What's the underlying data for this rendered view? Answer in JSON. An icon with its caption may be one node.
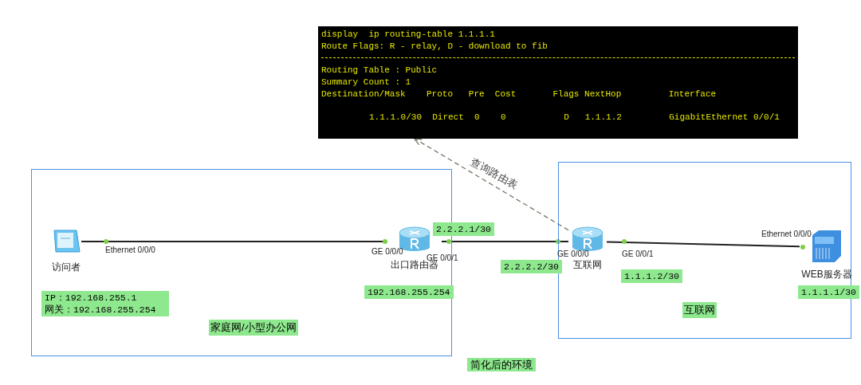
{
  "diagram": {
    "nodes": [
      {
        "text": [
          "display  ip routing-table 1.1.1.1",
          "Route Flags: R - relay, D - download to fib",
          "Routing Table : Public",
          "Summary Count : 1",
          "Destination/Mask    Proto   Pre  Cost       Flags NextHop         Interface",
          "1.1.1.0/30  Direct  0    0           D   1.1.1.2         GigabitEthernet 0/0/1"
        ]
      },
      {
        "text": [
          "家庭网/小型办公网"
        ]
      },
      {
        "text": [
          "互联网"
        ]
      },
      {
        "text": [
          "访问者"
        ],
        "in": 1
      },
      {
        "text": [
          "出口路由器"
        ],
        "in": 1
      },
      {
        "text": [
          "互联网"
        ],
        "in": 2
      },
      {
        "text": [
          "WEB服务器"
        ],
        "in": 2
      }
    ],
    "edges": [
      {
        "from": 3,
        "to": 4,
        "arrow": "none"
      },
      {
        "from": 4,
        "to": 5,
        "arrow": "none"
      },
      {
        "from": 5,
        "to": 6,
        "arrow": "none"
      },
      {
        "from": 5,
        "to": 0,
        "arrow": "to",
        "label": "查询路由表",
        "style": "dashed",
        "color": "#6f7a62"
      }
    ],
    "labels": [
      "2.2.2.1/30",
      "Ethernet 0/0/0",
      "GE 0/0/0",
      "GE 0/0/1",
      "2.2.2.2/30",
      "GE 0/0/0",
      "GE 0/0/1",
      "1.1.1.2/30",
      "Ethernet 0/0/0",
      "IP：192.168.255.1 网关：192.168.255.254",
      "192.168.255.254",
      "1.1.1.1/30",
      "简化后的环境"
    ]
  }
}
